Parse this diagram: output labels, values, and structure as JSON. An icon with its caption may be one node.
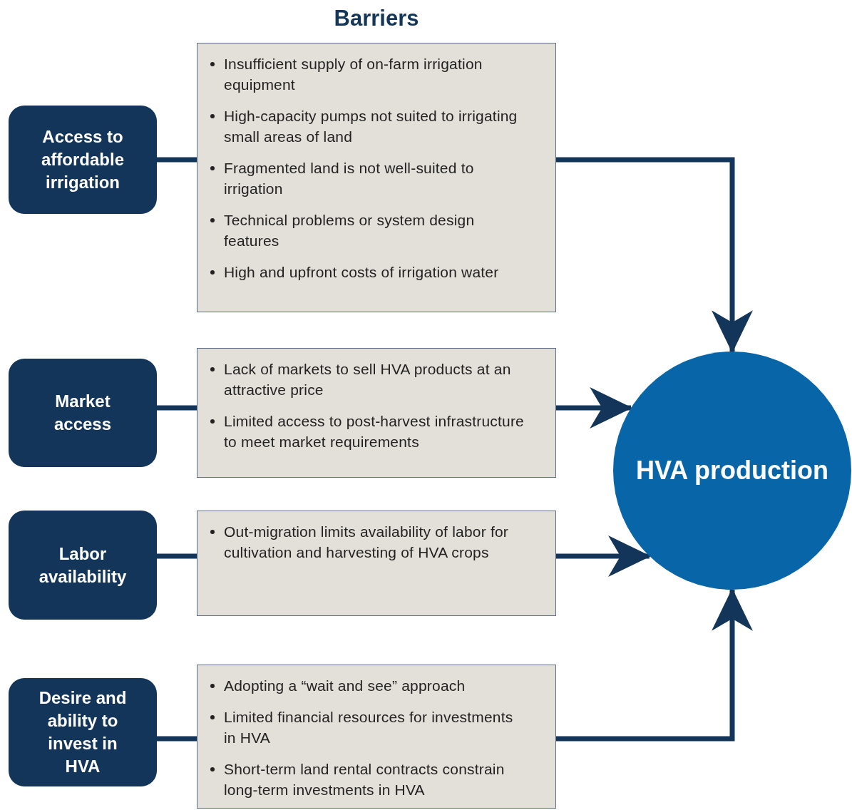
{
  "diagram": {
    "title": "Barriers",
    "nodes": [
      {
        "text": [
          "Access to affordable irrigation"
        ]
      },
      {
        "text": [
          "Insufficient supply of on-farm irrigation equipment",
          "High-capacity pumps not suited to irrigating small areas of land",
          "Fragmented land is not well-suited to irrigation",
          "Technical problems or system design features",
          "High and upfront costs of irrigation water"
        ]
      },
      {
        "text": [
          "Market access"
        ]
      },
      {
        "text": [
          "Lack of markets to sell HVA products at an attractive price",
          "Limited access to post-harvest infrastructure to meet market requirements"
        ]
      },
      {
        "text": [
          "Labor availability"
        ]
      },
      {
        "text": [
          "Out-migration limits availability of labor for cultivation and harvesting of HVA crops"
        ]
      },
      {
        "text": [
          "Desire and ability to invest in HVA"
        ]
      },
      {
        "text": [
          "Adopting a “wait and see” approach",
          "Limited financial resources for investments in HVA",
          "Short-term land rental contracts constrain long-term investments in HVA"
        ]
      },
      {
        "text": [
          "HVA production"
        ]
      }
    ],
    "edges": [
      {
        "from": 0,
        "to": 1,
        "arrow": "none"
      },
      {
        "from": 1,
        "to": 8,
        "arrow": "to"
      },
      {
        "from": 2,
        "to": 3,
        "arrow": "none"
      },
      {
        "from": 3,
        "to": 8,
        "arrow": "to"
      },
      {
        "from": 4,
        "to": 5,
        "arrow": "none"
      },
      {
        "from": 5,
        "to": 8,
        "arrow": "to"
      },
      {
        "from": 6,
        "to": 7,
        "arrow": "none"
      },
      {
        "from": 7,
        "to": 8,
        "arrow": "to"
      }
    ]
  }
}
